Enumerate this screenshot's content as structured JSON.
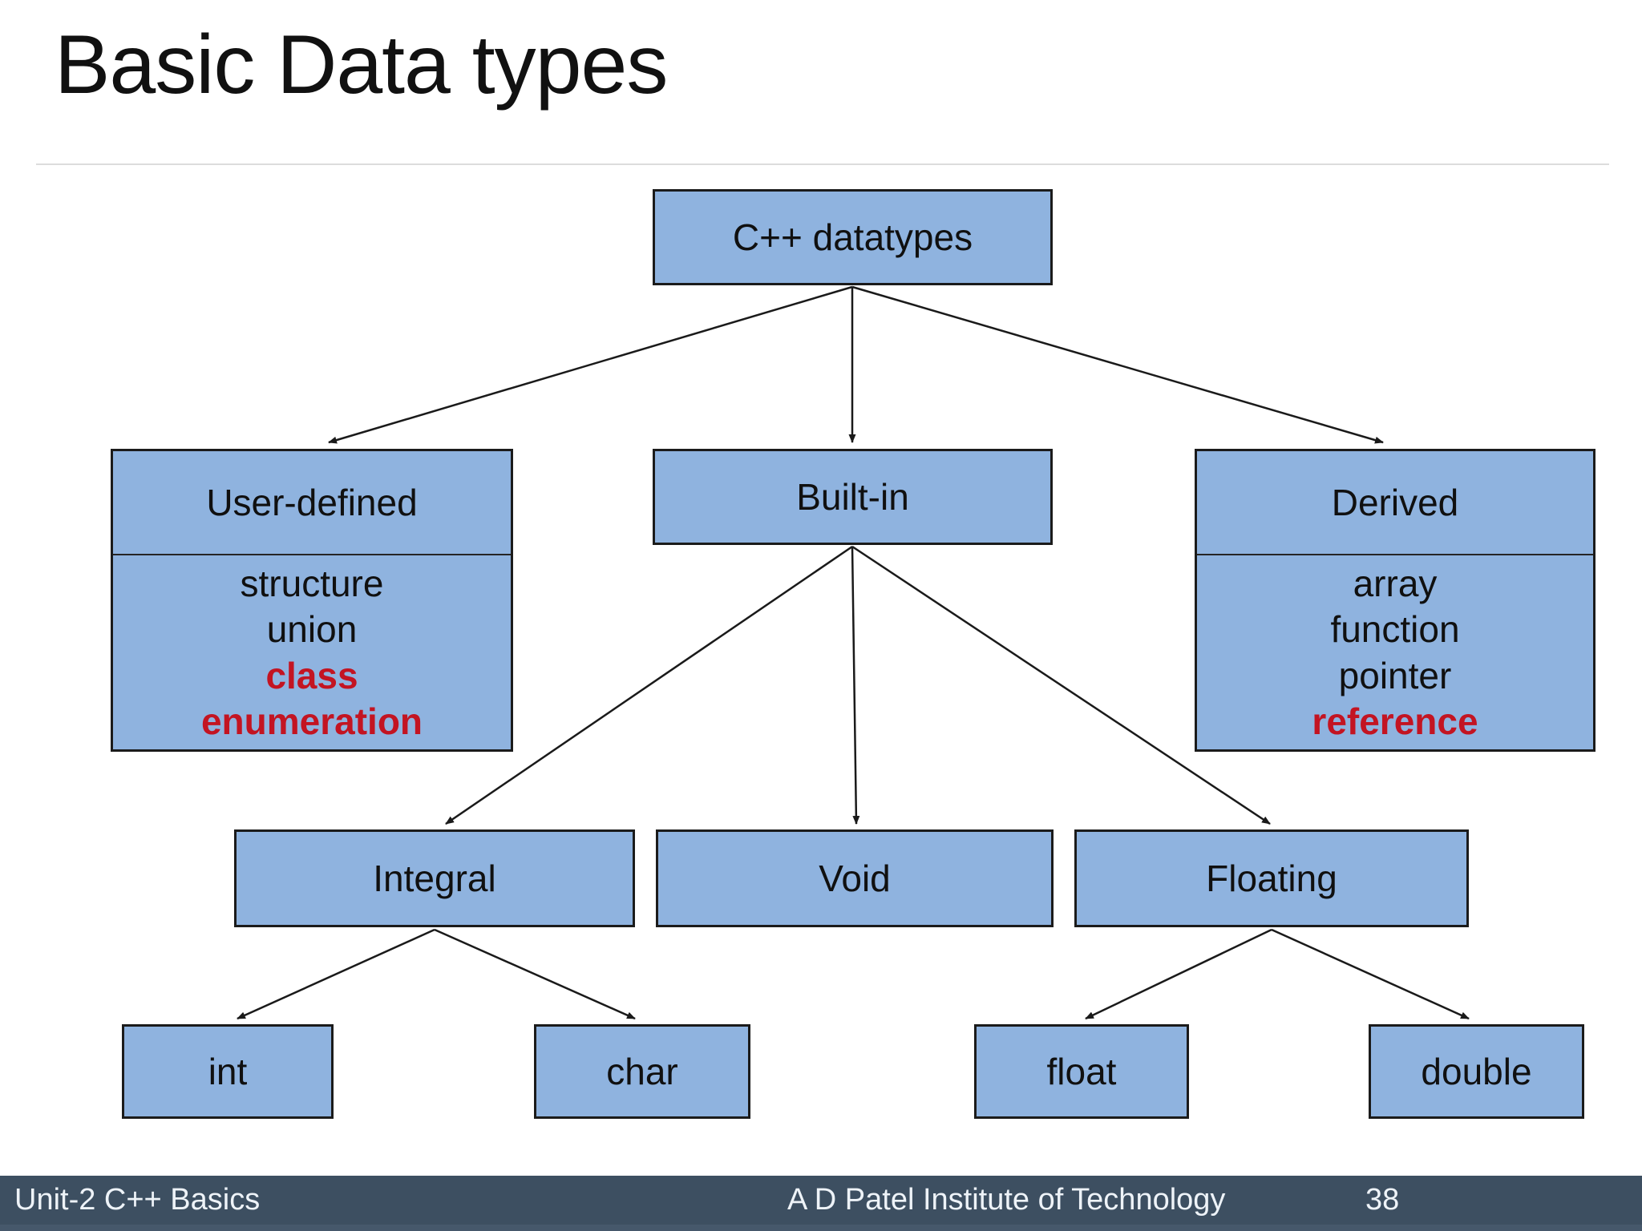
{
  "title": "Basic Data types",
  "diagram": {
    "root": {
      "label": "C++ datatypes"
    },
    "user_defined": {
      "label": "User-defined",
      "items": [
        {
          "text": "structure",
          "style": "normal"
        },
        {
          "text": "union",
          "style": "normal"
        },
        {
          "text": "class",
          "style": "emphasis"
        },
        {
          "text": "enumeration",
          "style": "emphasis"
        }
      ]
    },
    "built_in": {
      "label": "Built-in"
    },
    "derived": {
      "label": "Derived",
      "items": [
        {
          "text": "array",
          "style": "normal"
        },
        {
          "text": "function",
          "style": "normal"
        },
        {
          "text": "pointer",
          "style": "normal"
        },
        {
          "text": "reference",
          "style": "emphasis"
        }
      ]
    },
    "integral": {
      "label": "Integral"
    },
    "void": {
      "label": "Void"
    },
    "floating": {
      "label": "Floating"
    },
    "int": {
      "label": "int"
    },
    "char": {
      "label": "char"
    },
    "float": {
      "label": "float"
    },
    "double": {
      "label": "double"
    }
  },
  "footer": {
    "left": "Unit-2 C++ Basics",
    "center": "A D Patel Institute of Technology",
    "page_number": "38"
  },
  "colors": {
    "box_fill": "#8fb3df",
    "box_border": "#1b1b1b",
    "emphasis_red": "#c31422",
    "footer_bg": "#3d4f61",
    "footer_strip": "#46586b",
    "title": "#111111"
  }
}
